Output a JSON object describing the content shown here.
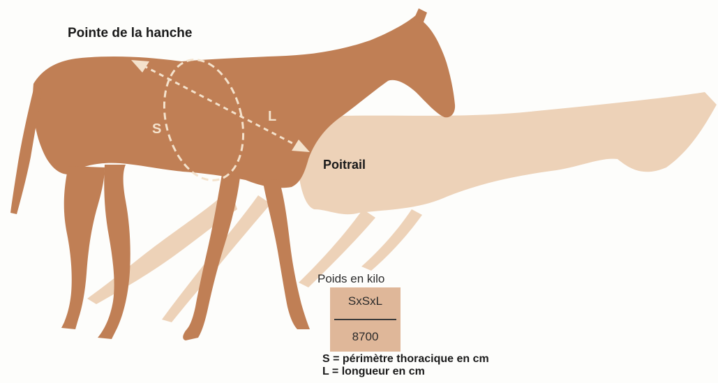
{
  "colors": {
    "horse": "#c07f55",
    "shadow": "#edd2b8",
    "box": "#dfb799",
    "marker": "#f4e2cc"
  },
  "labels": {
    "hip": "Pointe de la hanche",
    "chest": "Poitrail",
    "s": "S",
    "l": "L"
  },
  "formula": {
    "title": "Poids en kilo",
    "numerator": "SxSxL",
    "denominator": "8700"
  },
  "legend": {
    "s": "S = périmètre thoracique en cm",
    "l": "L = longueur en cm"
  }
}
